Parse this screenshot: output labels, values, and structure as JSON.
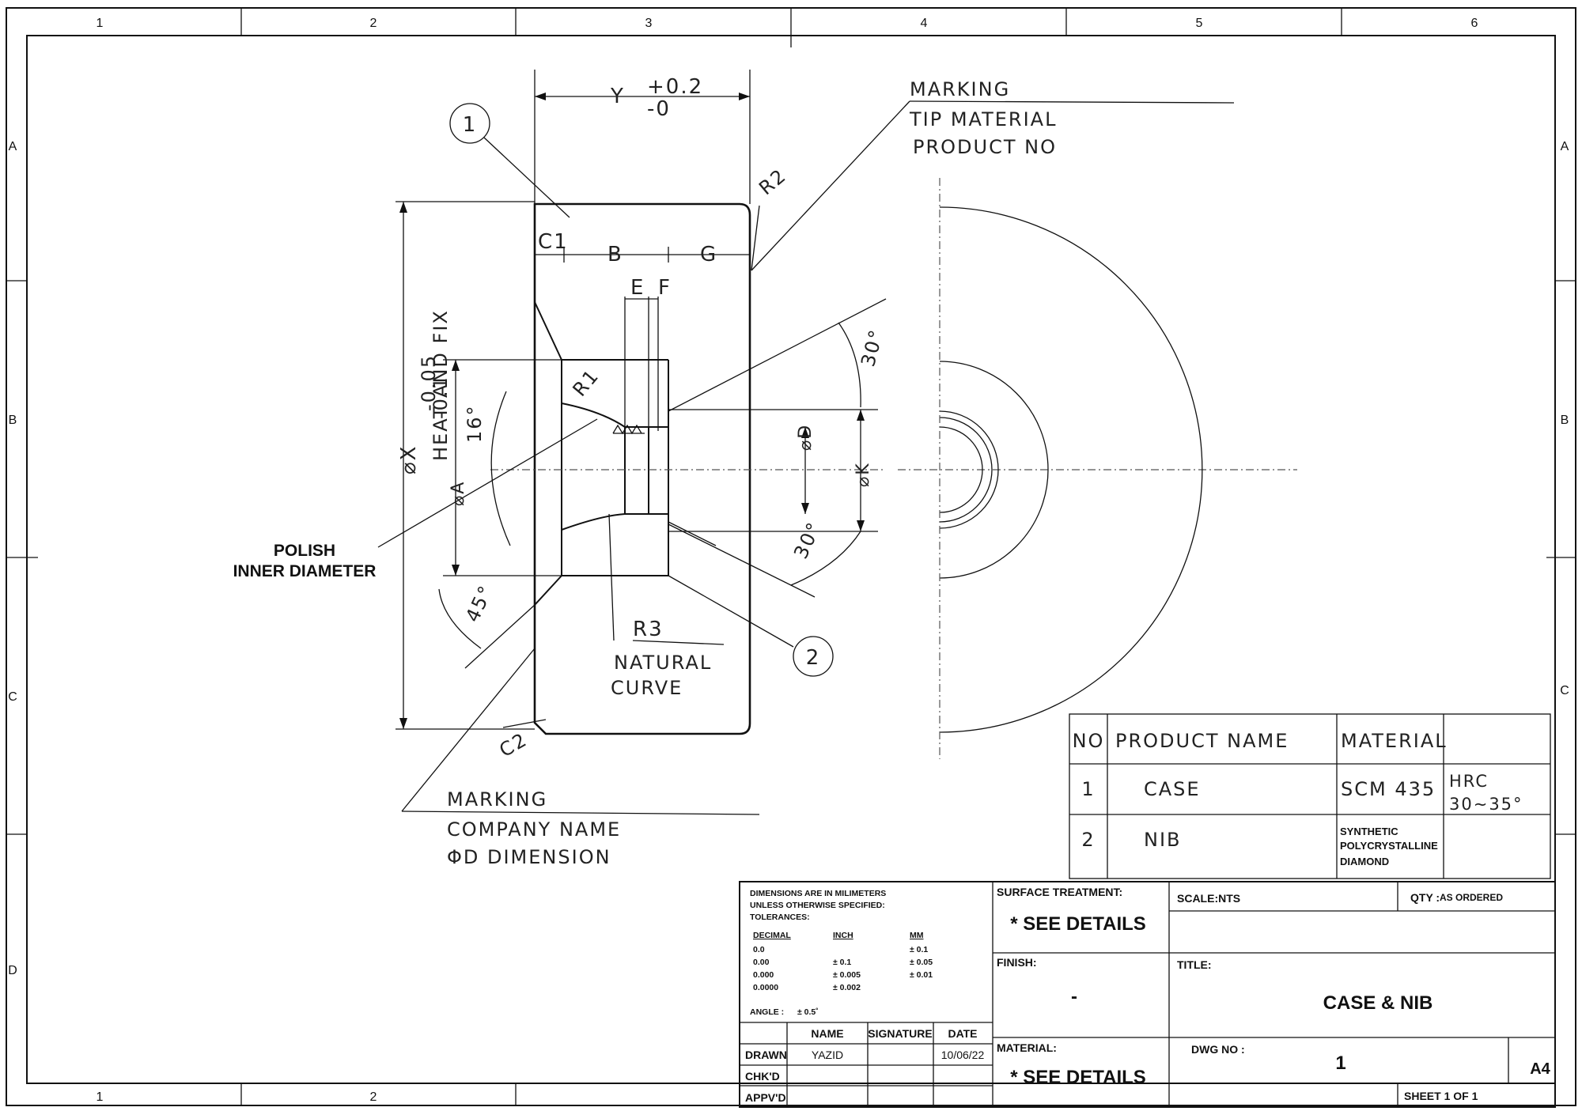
{
  "zones": {
    "columns": [
      "1",
      "2",
      "3",
      "4",
      "5",
      "6"
    ],
    "bottom_columns": [
      "1",
      "2"
    ],
    "rows": [
      "A",
      "B",
      "C",
      "D"
    ]
  },
  "annotations": {
    "marking_tip": [
      "MARKING",
      "TIP MATERIAL",
      "PRODUCT NO"
    ],
    "marking_company": [
      "MARKING",
      "COMPANY NAME",
      "ΦD DIMENSION"
    ],
    "polish": [
      "POLISH",
      "INNER DIAMETER"
    ],
    "heat_fix": "HEAT AND FIX",
    "natural_curve": [
      "NATURAL",
      "CURVE"
    ]
  },
  "dimensions": {
    "y_label": "Y",
    "y_tol_upper": "+0.2",
    "y_tol_lower": "-0",
    "x_label": "⌀X",
    "x_tol_upper": "-0.05",
    "x_tol_lower": "-0.1",
    "a_label": "⌀A",
    "d_label": "⌀D",
    "k_label": "⌀K",
    "b": "B",
    "c1": "C1",
    "g": "G",
    "e": "E",
    "f": "F",
    "r1": "R1",
    "r2": "R2",
    "r3": "R3",
    "c2": "C2",
    "angle_16": "16°",
    "angle_30_top": "30°",
    "angle_30_bot": "30°",
    "angle_45": "45°"
  },
  "balloons": [
    "1",
    "2"
  ],
  "parts_table": {
    "headers": [
      "NO",
      "PRODUCT NAME",
      "MATERIAL"
    ],
    "rows": [
      {
        "no": "1",
        "name": "CASE",
        "material": "SCM 435",
        "extra_1": "HRC",
        "extra_2": "30∼35°"
      },
      {
        "no": "2",
        "name": "NIB",
        "material_lines": [
          "SYNTHETIC",
          "POLYCRYSTALLINE",
          "DIAMOND"
        ]
      }
    ]
  },
  "title_block": {
    "dims_note": [
      "DIMENSIONS ARE IN MILIMETERS",
      "UNLESS OTHERWISE SPECIFIED:",
      "TOLERANCES:"
    ],
    "tol_headers": [
      "DECIMAL",
      "INCH",
      "MM"
    ],
    "tol_rows": [
      [
        "0.0",
        "",
        "± 0.1"
      ],
      [
        "0.00",
        "± 0.1",
        "± 0.05"
      ],
      [
        "0.000",
        "± 0.005",
        "± 0.01"
      ],
      [
        "0.0000",
        "± 0.002",
        ""
      ]
    ],
    "angle_label": "ANGLE :",
    "angle_value": "± 0.5˚",
    "sig_headers": [
      "NAME",
      "SIGNATURE",
      "DATE"
    ],
    "sig_rows": [
      {
        "role": "DRAWN",
        "name": "YAZID",
        "signature": "",
        "date": "10/06/22"
      },
      {
        "role": "CHK'D",
        "name": "",
        "signature": "",
        "date": ""
      },
      {
        "role": "APPV'D",
        "name": "",
        "signature": "",
        "date": ""
      }
    ],
    "surface_label": "SURFACE TREATMENT:",
    "surface_value": "* SEE DETAILS",
    "finish_label": "FINISH:",
    "finish_value": "-",
    "material_label": "MATERIAL:",
    "material_value": "* SEE DETAILS",
    "scale_label": "SCALE:NTS",
    "qty_label": "QTY :",
    "qty_value": "AS ORDERED",
    "title_label": "TITLE:",
    "title_value": "CASE & NIB",
    "dwg_label": "DWG NO :",
    "dwg_value": "1",
    "size": "A4",
    "sheet": "SHEET 1 OF 1"
  }
}
